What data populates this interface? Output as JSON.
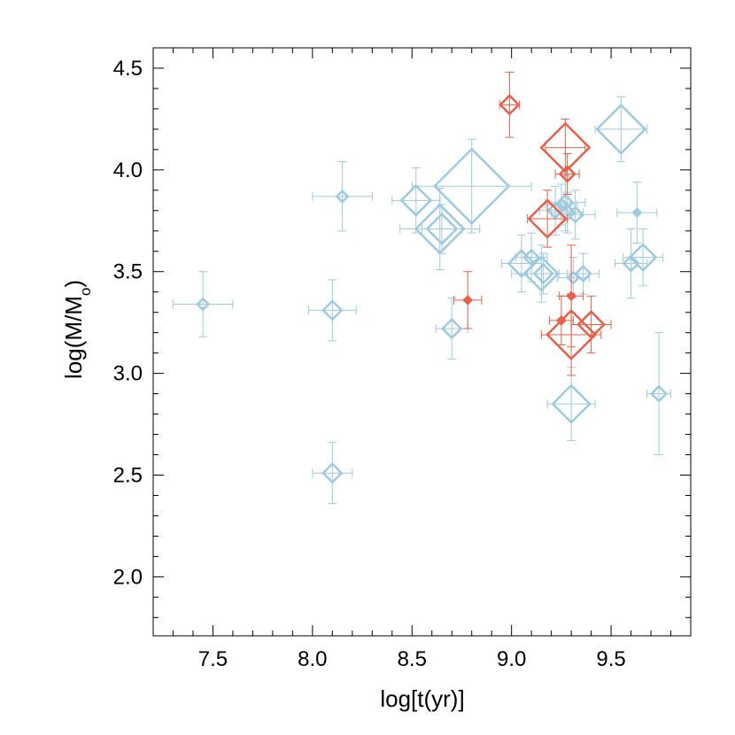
{
  "chart_data": {
    "type": "scatter",
    "title": "",
    "xlabel": "log[t(yr)]",
    "ylabel": {
      "main": "log(M/M",
      "subscript": "o",
      "close": ")"
    },
    "xlim": [
      7.2,
      9.9
    ],
    "ylim": [
      1.71,
      4.6
    ],
    "xticks": [
      "7.5",
      "8.0",
      "8.5",
      "9.0",
      "9.5"
    ],
    "yticks": [
      "2.0",
      "2.5",
      "3.0",
      "3.5",
      "4.0",
      "4.5"
    ],
    "colors": {
      "blue": "#9ecae1",
      "red": "#e8604a"
    },
    "series": [
      {
        "color": "blue",
        "points": [
          {
            "x": 7.45,
            "y": 3.34,
            "size": 2,
            "xerr": 0.15,
            "yerr": 0.16
          },
          {
            "x": 8.1,
            "y": 3.31,
            "size": 4,
            "xerr": 0.12,
            "yerr": 0.15
          },
          {
            "x": 8.1,
            "y": 2.51,
            "size": 4,
            "xerr": 0.1,
            "yerr": 0.15
          },
          {
            "x": 8.15,
            "y": 3.87,
            "size": 2,
            "xerr": 0.15,
            "yerr": 0.17
          },
          {
            "x": 8.52,
            "y": 3.85,
            "size": 7,
            "xerr": 0.12,
            "yerr": 0.16
          },
          {
            "x": 8.64,
            "y": 3.71,
            "size": 12,
            "xerr": 0.2,
            "yerr": 0.2
          },
          {
            "x": 8.65,
            "y": 3.71,
            "size": 7,
            "xerr": 0.1,
            "yerr": 0.12
          },
          {
            "x": 8.7,
            "y": 3.22,
            "size": 4,
            "xerr": 0.08,
            "yerr": 0.15
          },
          {
            "x": 8.8,
            "y": 3.92,
            "size": 19,
            "xerr": 0.3,
            "yerr": 0.23
          },
          {
            "x": 9.05,
            "y": 3.54,
            "size": 6,
            "xerr": 0.1,
            "yerr": 0.14
          },
          {
            "x": 9.1,
            "y": 3.57,
            "size": 3,
            "xerr": 0.08,
            "yerr": 0.12
          },
          {
            "x": 9.15,
            "y": 3.49,
            "size": 8,
            "xerr": 0.15,
            "yerr": 0.14
          },
          {
            "x": 9.16,
            "y": 3.49,
            "size": 4,
            "xerr": 0.08,
            "yerr": 0.1
          },
          {
            "x": 9.22,
            "y": 3.8,
            "size": 3,
            "xerr": 0.08,
            "yerr": 0.12
          },
          {
            "x": 9.25,
            "y": 3.83,
            "size": 2,
            "xerr": 0.08,
            "yerr": 0.1
          },
          {
            "x": 9.27,
            "y": 3.84,
            "size": 3,
            "xerr": 0.1,
            "yerr": 0.14
          },
          {
            "x": 9.28,
            "y": 3.79,
            "size": 3,
            "xerr": 0.08,
            "yerr": 0.1
          },
          {
            "x": 9.3,
            "y": 2.85,
            "size": 9,
            "xerr": 0.12,
            "yerr": 0.18
          },
          {
            "x": 9.31,
            "y": 3.47,
            "size": 2,
            "xerr": 0.08,
            "yerr": 0.1
          },
          {
            "x": 9.32,
            "y": 3.78,
            "size": 3,
            "xerr": 0.1,
            "yerr": 0.12
          },
          {
            "x": 9.36,
            "y": 3.49,
            "size": 3,
            "xerr": 0.08,
            "yerr": 0.1
          },
          {
            "x": 9.55,
            "y": 4.2,
            "size": 12,
            "xerr": 0.13,
            "yerr": 0.16
          },
          {
            "x": 9.6,
            "y": 3.54,
            "size": 3,
            "xerr": 0.08,
            "yerr": 0.17
          },
          {
            "x": 9.63,
            "y": 3.79,
            "size": 1,
            "xerr": 0.1,
            "yerr": 0.15
          },
          {
            "x": 9.66,
            "y": 3.57,
            "size": 6,
            "xerr": 0.1,
            "yerr": 0.14
          },
          {
            "x": 9.74,
            "y": 2.9,
            "size": 3,
            "xerr": 0.06,
            "yerr": 0.3
          }
        ]
      },
      {
        "color": "red",
        "points": [
          {
            "x": 8.78,
            "y": 3.36,
            "size": 1,
            "xerr": 0.07,
            "yerr": 0.14
          },
          {
            "x": 8.99,
            "y": 4.32,
            "size": 4,
            "xerr": 0.05,
            "yerr": 0.16
          },
          {
            "x": 9.18,
            "y": 3.76,
            "size": 9,
            "xerr": 0.1,
            "yerr": 0.14
          },
          {
            "x": 9.25,
            "y": 3.26,
            "size": 1,
            "xerr": 0.06,
            "yerr": 0.12
          },
          {
            "x": 9.27,
            "y": 4.11,
            "size": 12,
            "xerr": 0.1,
            "yerr": 0.14
          },
          {
            "x": 9.28,
            "y": 3.98,
            "size": 3,
            "xerr": 0.06,
            "yerr": 0.1
          },
          {
            "x": 9.3,
            "y": 3.38,
            "size": 1,
            "xerr": 0.06,
            "yerr": 0.25
          },
          {
            "x": 9.3,
            "y": 3.19,
            "size": 12,
            "xerr": 0.15,
            "yerr": 0.2
          },
          {
            "x": 9.4,
            "y": 3.24,
            "size": 6,
            "xerr": 0.1,
            "yerr": 0.14
          }
        ]
      }
    ]
  }
}
